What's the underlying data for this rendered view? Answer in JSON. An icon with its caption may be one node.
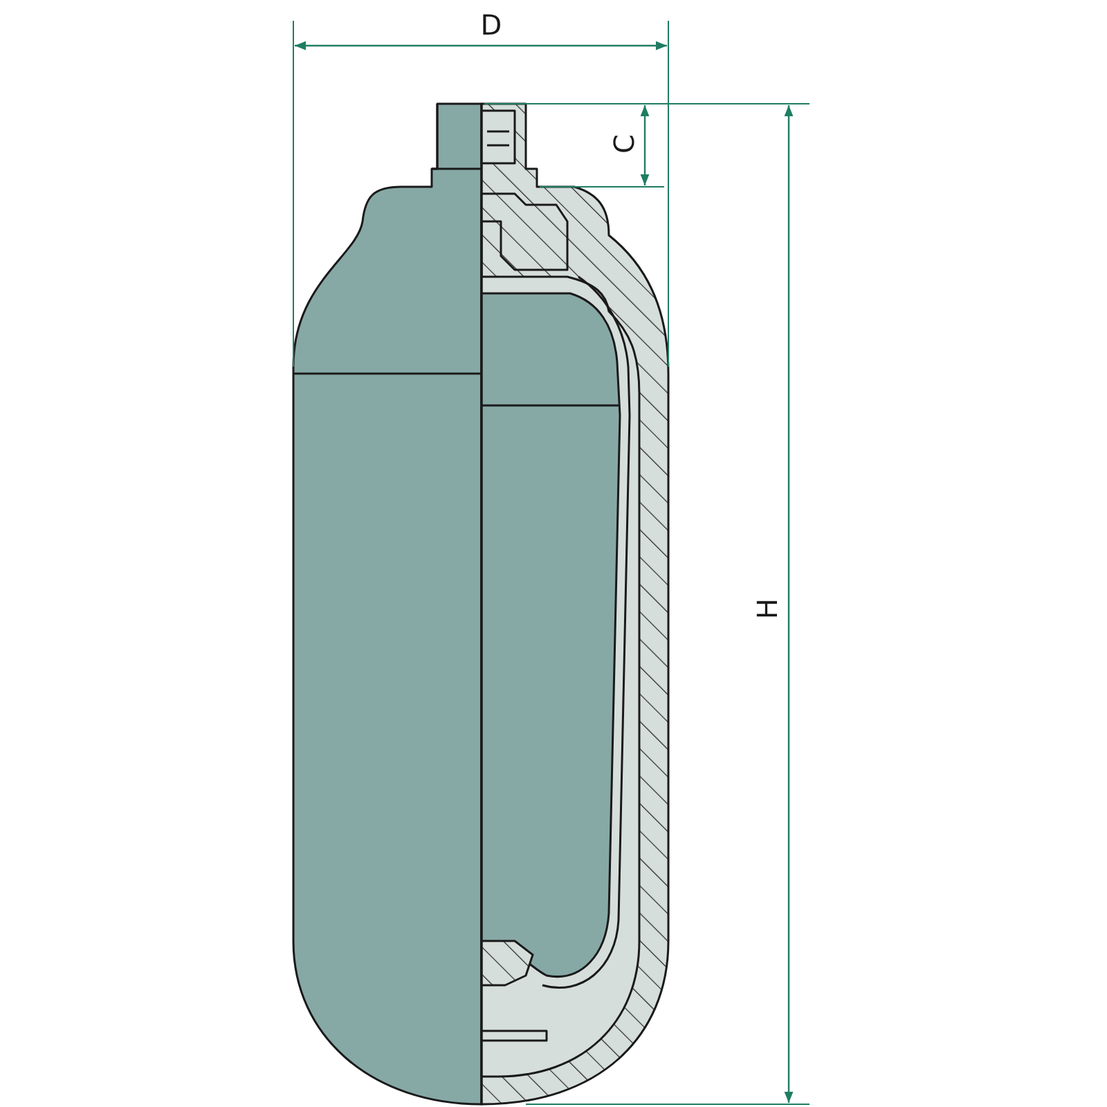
{
  "diagram": {
    "labels": [
      "D",
      "C",
      "H"
    ]
  }
}
